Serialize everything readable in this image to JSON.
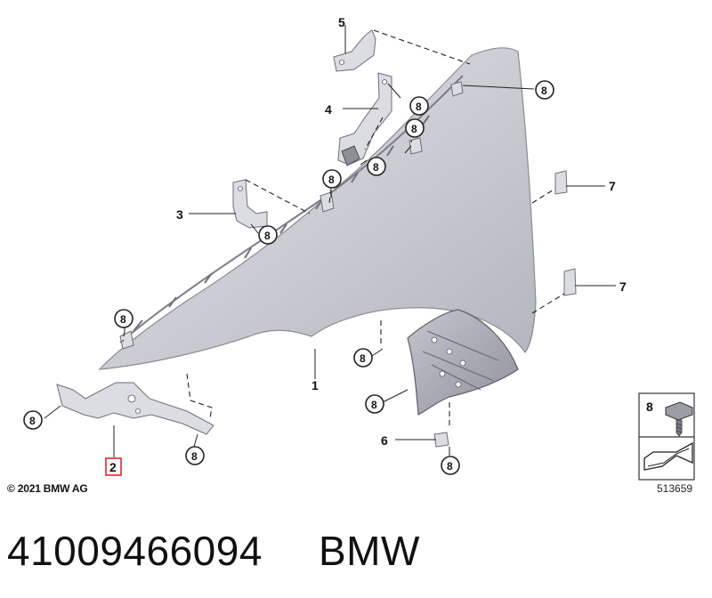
{
  "diagram": {
    "callouts": [
      {
        "id": "c5",
        "label": "5"
      },
      {
        "id": "c4",
        "label": "4"
      },
      {
        "id": "c3",
        "label": "3"
      },
      {
        "id": "c1",
        "label": "1"
      },
      {
        "id": "c2",
        "label": "2"
      },
      {
        "id": "c6",
        "label": "6"
      },
      {
        "id": "c7a",
        "label": "7"
      },
      {
        "id": "c7b",
        "label": "7"
      }
    ],
    "screw_label": "8",
    "legend": {
      "label": "8"
    }
  },
  "copyright": "© 2021 BMW AG",
  "diagram_id": "513659",
  "footer": {
    "part_number": "41009466094",
    "brand": "BMW"
  },
  "colors": {
    "panel_light": "#d6d7de",
    "panel_dark": "#9fa1ab",
    "highlight_box": "#e0282e"
  }
}
